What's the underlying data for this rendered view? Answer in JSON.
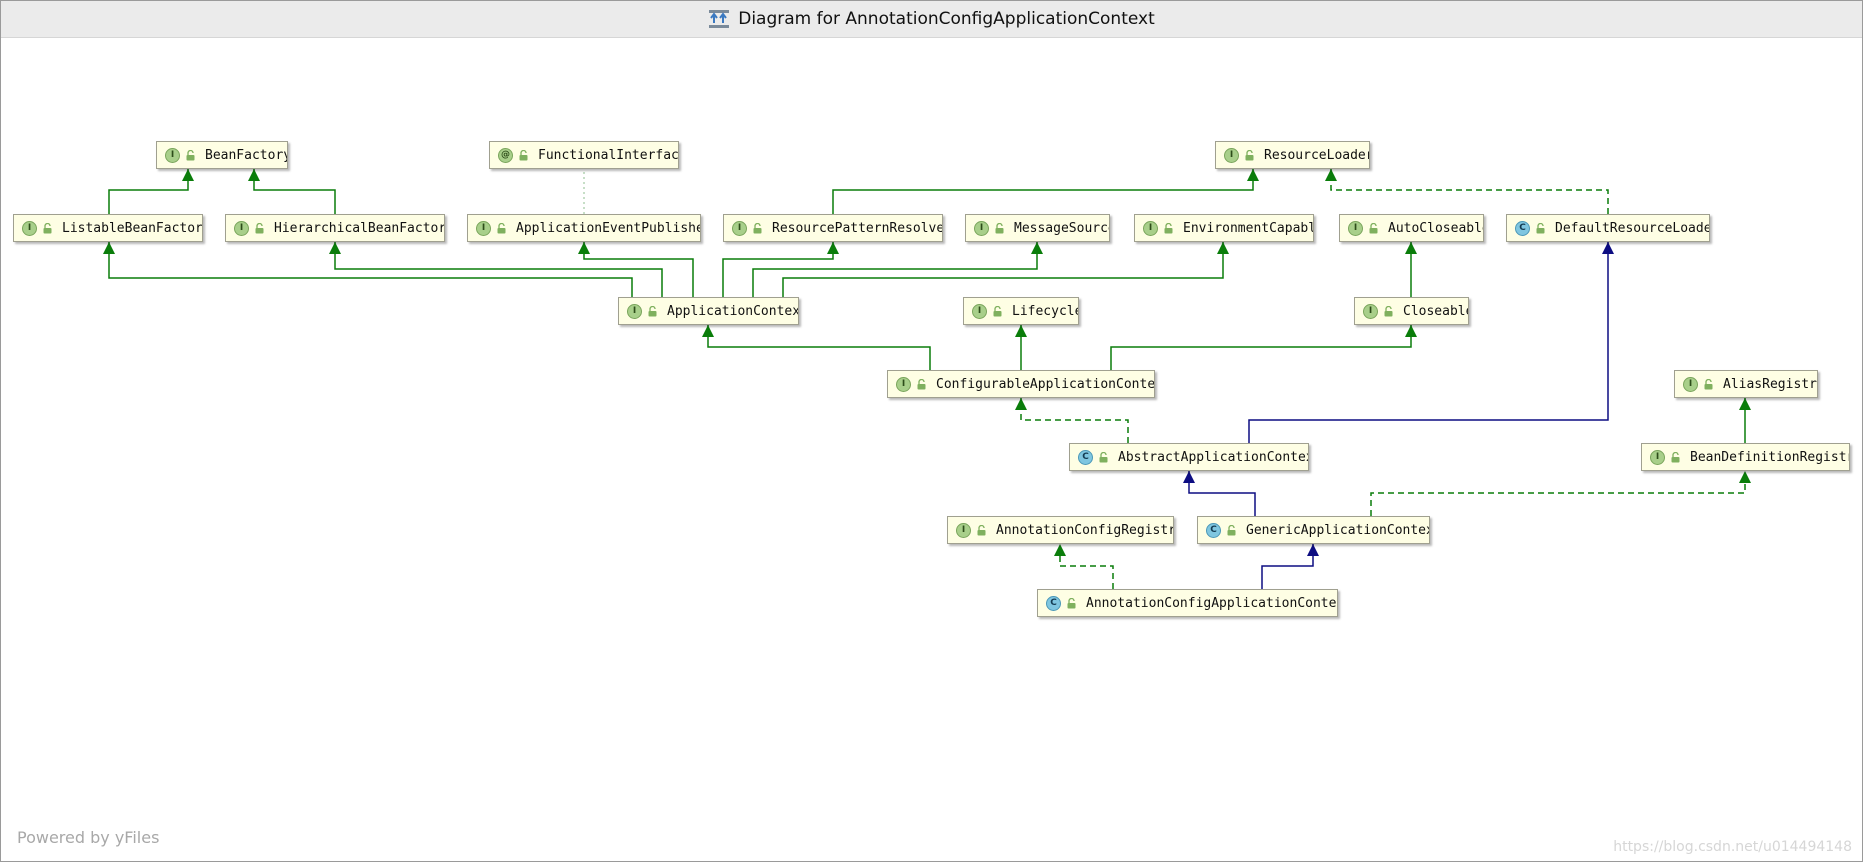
{
  "window": {
    "title": "Diagram for AnnotationConfigApplicationContext",
    "title_icon": "diagram-icon"
  },
  "nodes": [
    {
      "id": "BeanFactory",
      "kind": "I",
      "label": "BeanFactory"
    },
    {
      "id": "FunctionalInterface",
      "kind": "@",
      "label": "FunctionalInterfac"
    },
    {
      "id": "ResourceLoader",
      "kind": "I",
      "label": "ResourceLoader"
    },
    {
      "id": "ListableBeanFactory",
      "kind": "I",
      "label": "ListableBeanFactor"
    },
    {
      "id": "HierarchicalBeanFactory",
      "kind": "I",
      "label": "HierarchicalBeanFactor"
    },
    {
      "id": "ApplicationEventPublisher",
      "kind": "I",
      "label": "ApplicationEventPublishe"
    },
    {
      "id": "ResourcePatternResolver",
      "kind": "I",
      "label": "ResourcePatternResolve"
    },
    {
      "id": "MessageSource",
      "kind": "I",
      "label": "MessageSource"
    },
    {
      "id": "EnvironmentCapable",
      "kind": "I",
      "label": "EnvironmentCapabl"
    },
    {
      "id": "AutoCloseable",
      "kind": "I",
      "label": "AutoCloseable"
    },
    {
      "id": "DefaultResourceLoader",
      "kind": "C",
      "label": "DefaultResourceLoade"
    },
    {
      "id": "ApplicationContext",
      "kind": "I",
      "label": "ApplicationContex"
    },
    {
      "id": "Lifecycle",
      "kind": "I",
      "label": "Lifecycle"
    },
    {
      "id": "Closeable",
      "kind": "I",
      "label": "Closeable"
    },
    {
      "id": "ConfigurableApplicationContext",
      "kind": "I",
      "label": "ConfigurableApplicationContex"
    },
    {
      "id": "AliasRegistry",
      "kind": "I",
      "label": "AliasRegistry"
    },
    {
      "id": "AbstractApplicationContext",
      "kind": "C",
      "label": "AbstractApplicationContex"
    },
    {
      "id": "BeanDefinitionRegistry",
      "kind": "I",
      "label": "BeanDefinitionRegistr"
    },
    {
      "id": "AnnotationConfigRegistry",
      "kind": "I",
      "label": "AnnotationConfigRegistr"
    },
    {
      "id": "GenericApplicationContext",
      "kind": "C",
      "label": "GenericApplicationContex"
    },
    {
      "id": "AnnotationConfigApplicationContext",
      "kind": "C",
      "label": "AnnotationConfigApplicationConte"
    }
  ],
  "colors": {
    "interface_extends": "#0a7d0a",
    "class_extends": "#0d0d82",
    "annotation_link": "#8fbf8f"
  },
  "footer": {
    "powered_by": "Powered by yFiles",
    "watermark": "https://blog.csdn.net/u014494148"
  }
}
